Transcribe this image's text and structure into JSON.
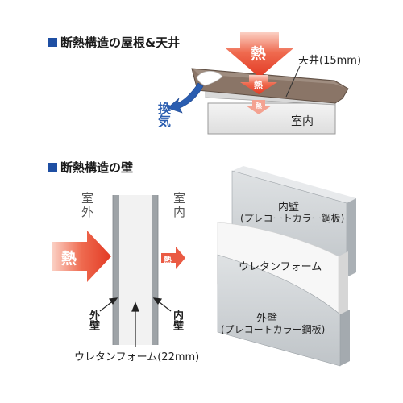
{
  "colors": {
    "title_square": "#1f4fa3",
    "heat_red": "#e8452f",
    "heat_pink": "#f7b0a1",
    "vent_blue": "#2a5db0",
    "roof_brown": "#8a7567",
    "panel_gray": "#ccd0d3",
    "urethane_white": "#f4f4f4",
    "room_bg": "#ebebeb"
  },
  "roof_section": {
    "title": "断熱構造の屋根&天井",
    "heat_large": "熱",
    "heat_medium": "熱",
    "heat_small": "熱",
    "ceiling_label": "天井(15mm)",
    "room_label": "室内",
    "vent_label": "換気"
  },
  "wall_section": {
    "title": "断熱構造の壁",
    "outdoor_label": "室外",
    "indoor_label": "室内",
    "heat_in": "熱",
    "heat_out": "熱",
    "outer_wall_label": "外壁",
    "inner_wall_label": "内壁",
    "urethane_label": "ウレタンフォーム(22mm)"
  },
  "panel_3d": {
    "inner_wall_title": "内壁",
    "inner_wall_note": "(プレコートカラー鋼板)",
    "urethane_label": "ウレタンフォーム",
    "outer_wall_title": "外壁",
    "outer_wall_note": "(プレコートカラー鋼板)"
  }
}
